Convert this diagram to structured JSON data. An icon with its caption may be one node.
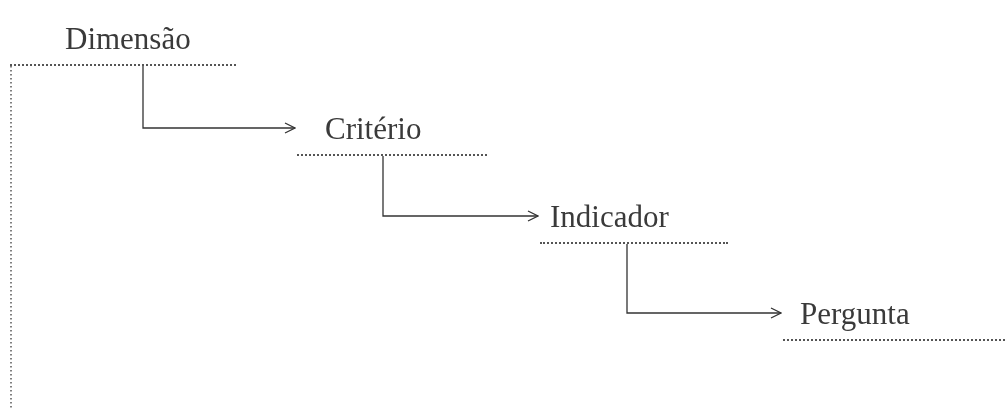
{
  "diagram": {
    "nodes": [
      {
        "text": [
          "Dimensão"
        ]
      },
      {
        "text": [
          "Critério"
        ]
      },
      {
        "text": [
          "Indicador"
        ]
      },
      {
        "text": [
          "Pergunta"
        ]
      }
    ],
    "edges": [
      {
        "from": 0,
        "to": 1,
        "arrow": "to"
      },
      {
        "from": 1,
        "to": 2,
        "arrow": "to"
      },
      {
        "from": 2,
        "to": 3,
        "arrow": "to"
      }
    ]
  }
}
